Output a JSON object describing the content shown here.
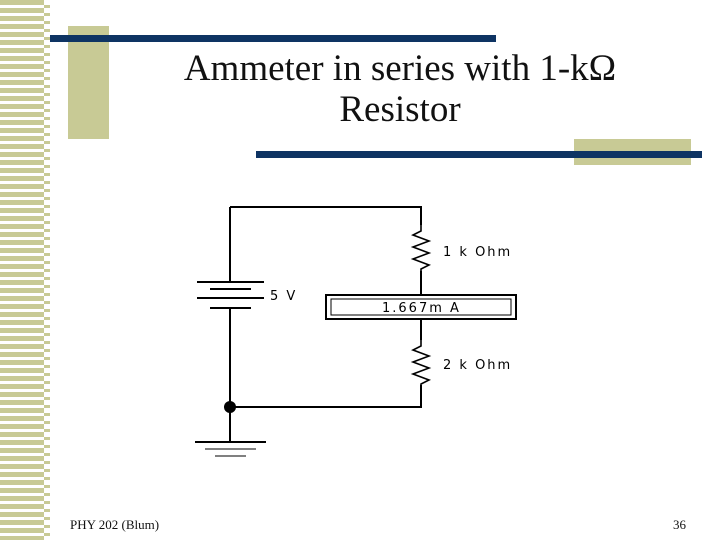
{
  "slide": {
    "title_line1": "Ammeter in series with 1-kΩ",
    "title_line2": "Resistor",
    "footer_left": "PHY 202 (Blum)",
    "page_number": "36"
  },
  "circuit": {
    "battery_label": "5 V",
    "r1_label": "1 k Ohm",
    "r2_label": "2 k Ohm",
    "ammeter_reading": "1.667m A"
  },
  "colors": {
    "accent_bar": "#0e3463",
    "decor_olive": "#c8ca95"
  }
}
